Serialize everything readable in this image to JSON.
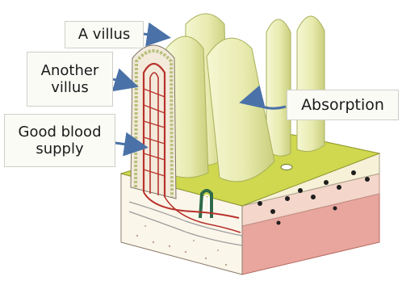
{
  "diagram": {
    "labels": {
      "villus": "A villus",
      "another_villus": "Another\nvillus",
      "blood_supply": "Good blood\nsupply",
      "absorption": "Absorption"
    },
    "colors": {
      "villus_fill": "#e9ecb3",
      "villus_edge": "#b9c06a",
      "top_surface": "#cfd84e",
      "muscle_layer": "#f2d4c7",
      "outer_layer": "#e4a39b",
      "capillary": "#b8322c",
      "arrow": "#4a72a8"
    }
  }
}
